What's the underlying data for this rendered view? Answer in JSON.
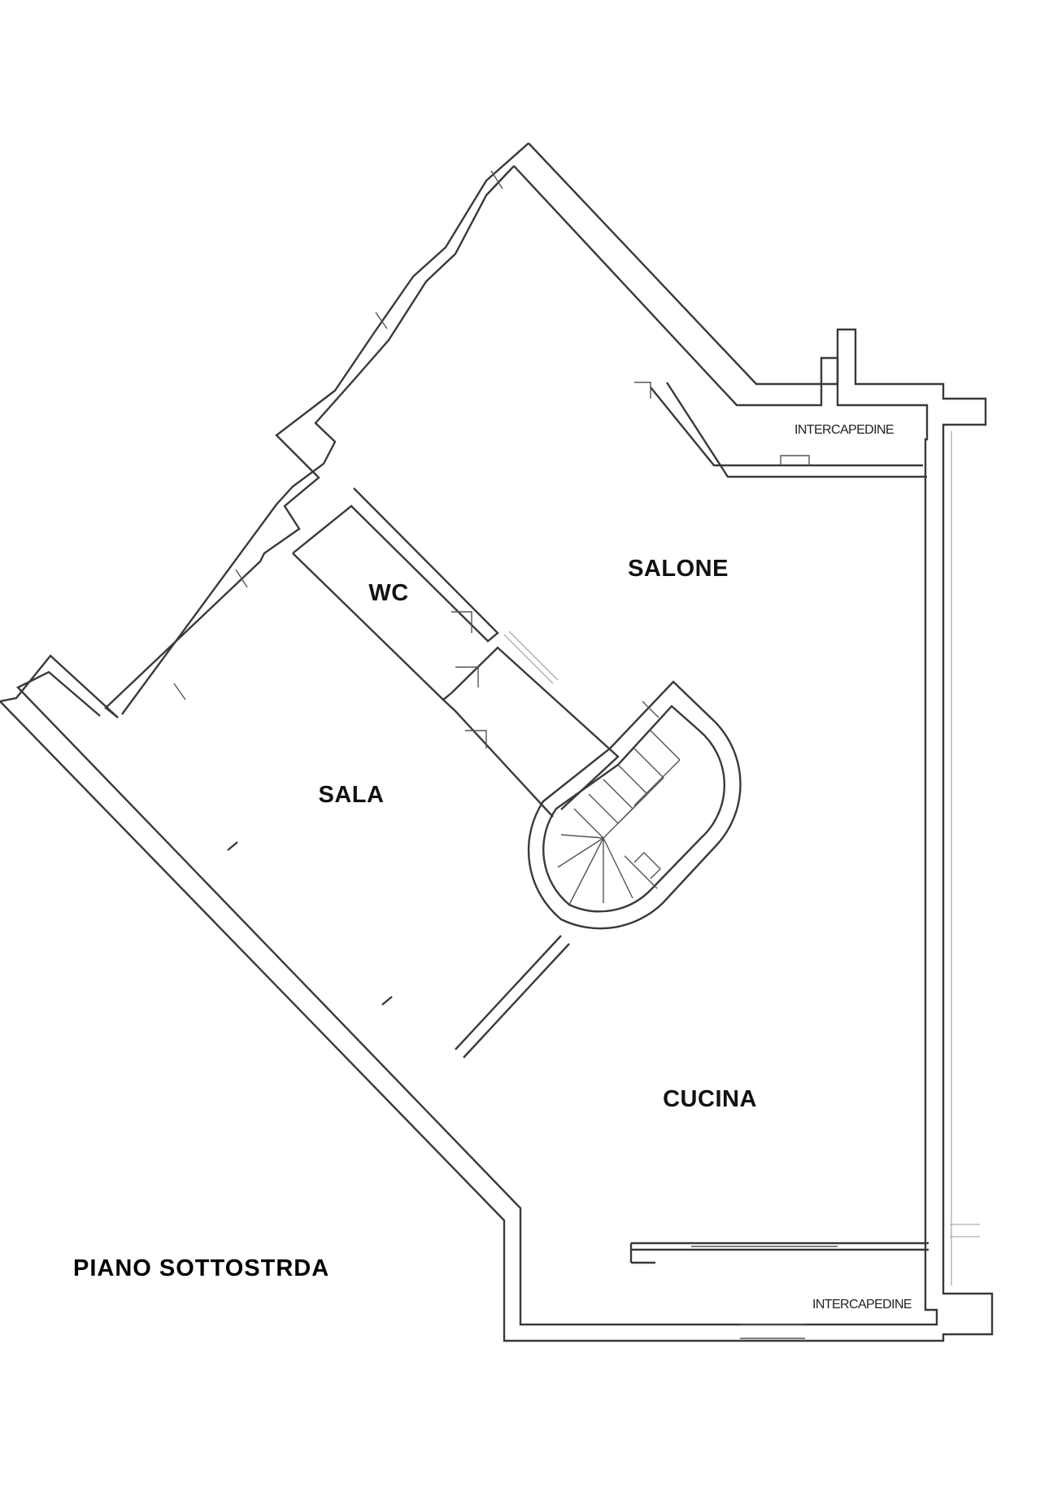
{
  "plan": {
    "title": "PIANO SOTTOSTRDA",
    "rooms": {
      "salone": "SALONE",
      "wc": "WC",
      "sala": "SALA",
      "cucina": "CUCINA",
      "intercapedine_top": "INTERCAPEDINE",
      "intercapedine_bottom": "INTERCAPEDINE"
    }
  },
  "colors": {
    "wall": "#3a3a3a",
    "background": "#ffffff",
    "text": "#111111"
  }
}
